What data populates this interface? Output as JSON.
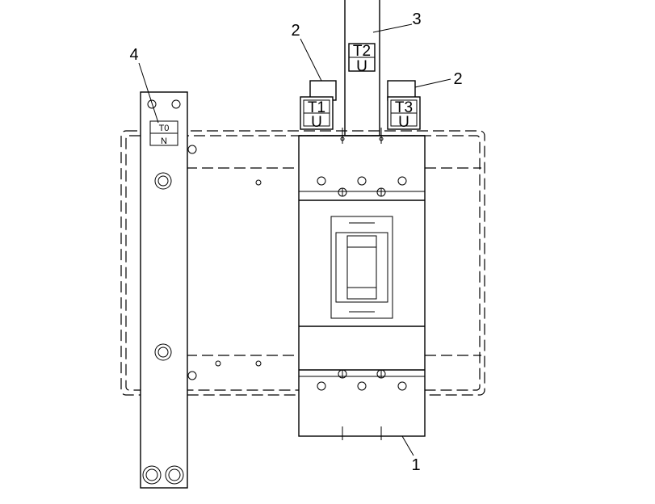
{
  "callouts": {
    "c1": "1",
    "c2_left": "2",
    "c2_right": "2",
    "c3": "3",
    "c4": "4"
  },
  "terminals": {
    "t1": {
      "top": "T1",
      "bottom": "U"
    },
    "t2": {
      "top": "T2",
      "bottom": "U"
    },
    "t3": {
      "top": "T3",
      "bottom": "U"
    }
  },
  "neutral_label": {
    "top": "T0",
    "bottom": "N"
  }
}
